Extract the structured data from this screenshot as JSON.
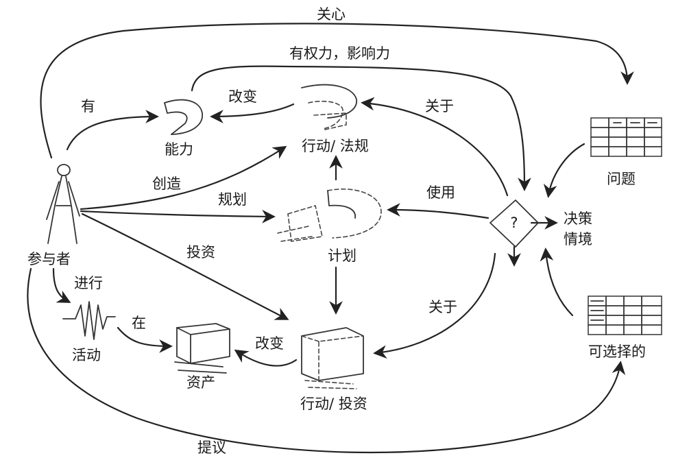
{
  "nodes": {
    "participant": "参与者",
    "capability": "能力",
    "action_regulation": "行动/ 法规",
    "plan": "计划",
    "action_investment": "行动/ 投资",
    "activity": "活动",
    "assets": "资产",
    "issues": "问题",
    "decision_situation_line1": "决策",
    "decision_situation_line2": "情境",
    "alternatives": "可选择的",
    "decision_mark": "?"
  },
  "edges": {
    "cares": "关心",
    "powerful": "有权力，影响力",
    "has": "有",
    "changes_capability": "改变",
    "about_regulation": "关于",
    "creates": "创造",
    "plans": "规划",
    "uses": "使用",
    "invests": "投资",
    "performs": "进行",
    "in": "在",
    "changes_assets": "改变",
    "about_investment": "关于",
    "proposes": "提议"
  }
}
